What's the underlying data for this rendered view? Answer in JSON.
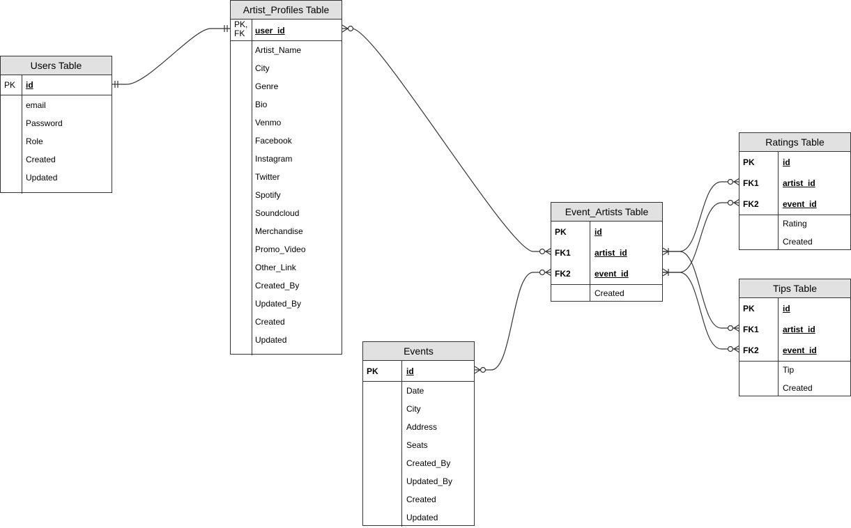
{
  "diagram": {
    "entities": {
      "users": {
        "title": "Users Table",
        "pk_rows": [
          {
            "key": "PK",
            "name": "id"
          }
        ],
        "attrs": [
          "email",
          "Password",
          "Role",
          "Created",
          "Updated"
        ]
      },
      "artist_profiles": {
        "title": "Artist_Profiles Table",
        "pk_rows": [
          {
            "key": "PK,\nFK",
            "name": "user_id"
          }
        ],
        "attrs": [
          "Artist_Name",
          "City",
          "Genre",
          "Bio",
          "Venmo",
          "Facebook",
          "Instagram",
          "Twitter",
          "Spotify",
          "Soundcloud",
          "Merchandise",
          "Promo_Video",
          "Other_Link",
          "Created_By",
          "Updated_By",
          "Created",
          "Updated"
        ]
      },
      "events": {
        "title": "Events",
        "pk_rows": [
          {
            "key": "PK",
            "name": "id"
          }
        ],
        "attrs": [
          "Date",
          "City",
          "Address",
          "Seats",
          "Created_By",
          "Updated_By",
          "Created",
          "Updated"
        ]
      },
      "event_artists": {
        "title": "Event_Artists Table",
        "pk_rows": [
          {
            "key": "PK",
            "name": "id"
          },
          {
            "key": "FK1",
            "name": "artist_id"
          },
          {
            "key": "FK2",
            "name": "event_id"
          }
        ],
        "attrs": [
          "Created"
        ]
      },
      "ratings": {
        "title": "Ratings Table",
        "pk_rows": [
          {
            "key": "PK",
            "name": "id"
          },
          {
            "key": "FK1",
            "name": "artist_id"
          },
          {
            "key": "FK2",
            "name": "event_id"
          }
        ],
        "attrs": [
          "Rating",
          "Created"
        ]
      },
      "tips": {
        "title": "Tips Table",
        "pk_rows": [
          {
            "key": "PK",
            "name": "id"
          },
          {
            "key": "FK1",
            "name": "artist_id"
          },
          {
            "key": "FK2",
            "name": "event_id"
          }
        ],
        "attrs": [
          "Tip",
          "Created"
        ]
      }
    },
    "relationships": [
      {
        "from": "users.id",
        "to": "artist_profiles.user_id",
        "from_end": "one-and-only-one",
        "to_end": "one-and-only-one"
      },
      {
        "from": "artist_profiles.user_id",
        "to": "event_artists.artist_id",
        "from_end": "zero-or-many",
        "to_end": "zero-or-many"
      },
      {
        "from": "events.id",
        "to": "event_artists.event_id",
        "from_end": "zero-or-many",
        "to_end": "zero-or-many"
      },
      {
        "from": "event_artists.artist_id",
        "to": "ratings.artist_id",
        "from_end": "one-or-many",
        "to_end": "zero-or-many"
      },
      {
        "from": "event_artists.event_id",
        "to": "ratings.event_id",
        "from_end": "one-or-many",
        "to_end": "zero-or-many"
      },
      {
        "from": "event_artists.artist_id",
        "to": "tips.artist_id",
        "from_end": "one-or-many",
        "to_end": "zero-or-many"
      },
      {
        "from": "event_artists.event_id",
        "to": "tips.event_id",
        "from_end": "one-or-many",
        "to_end": "zero-or-many"
      }
    ],
    "colors": {
      "header_fill": "#e1e1e1",
      "border": "#333333",
      "line": "#333333"
    }
  }
}
